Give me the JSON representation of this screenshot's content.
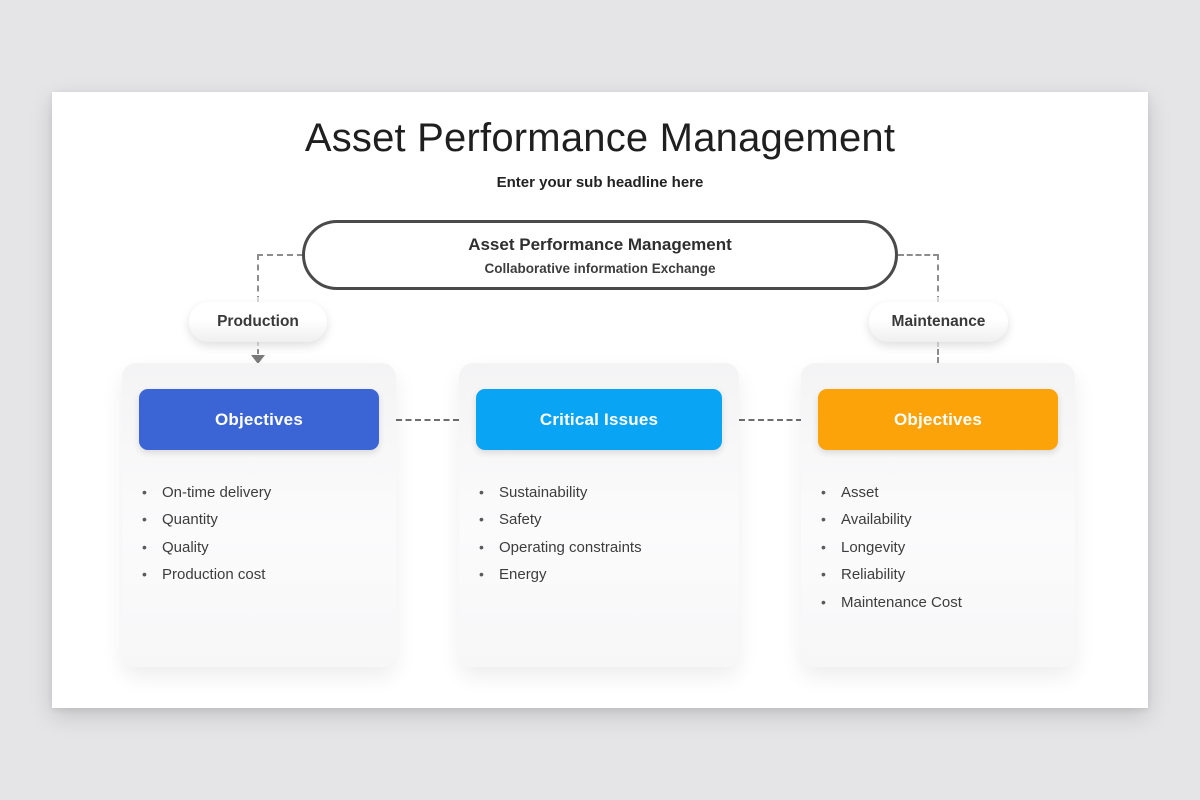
{
  "slide": {
    "title": "Asset Performance Management",
    "subtitle": "Enter your sub headline here"
  },
  "root_node": {
    "title": "Asset Performance Management",
    "subtitle": "Collaborative information Exchange"
  },
  "branches": [
    {
      "label": "Production"
    },
    {
      "label": "Maintenance"
    }
  ],
  "cards": [
    {
      "header": "Objectives",
      "header_color": "#3b64d4",
      "items": [
        "On-time delivery",
        "Quantity",
        "Quality",
        "Production cost"
      ]
    },
    {
      "header": "Critical Issues",
      "header_color": "#0aa4f4",
      "items": [
        "Sustainability",
        "Safety",
        "Operating constraints",
        "Energy"
      ]
    },
    {
      "header": "Objectives",
      "header_color": "#fba308",
      "items": [
        "Asset",
        "Availability",
        "Longevity",
        "Reliability",
        "Maintenance Cost"
      ]
    }
  ],
  "colors": {
    "canvas_bg": "#e5e5e7",
    "slide_bg": "#ffffff",
    "connector": "#8d8d8d",
    "root_border": "#4a4a4a"
  }
}
